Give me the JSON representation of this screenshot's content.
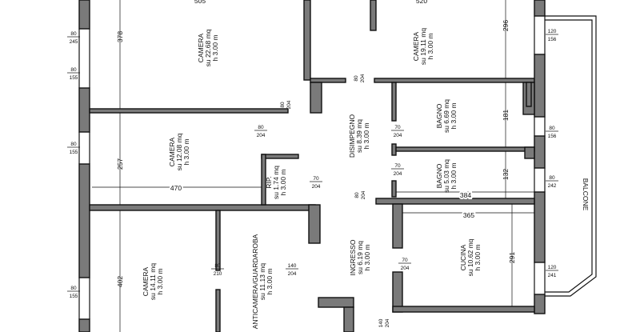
{
  "plan": {
    "rooms": [
      {
        "id": "camera-1",
        "name": "CAMERA",
        "area": "su 22.68 mq",
        "height": "h 3.00 m"
      },
      {
        "id": "camera-2",
        "name": "CAMERA",
        "area": "su 19.11 mq",
        "height": "h 3.00 m"
      },
      {
        "id": "camera-3",
        "name": "CAMERA",
        "area": "su 12.08 mq",
        "height": "h 3.00 m"
      },
      {
        "id": "rip",
        "name": "RIP.",
        "area": "su 1.74 mq",
        "height": "h 3.00 m"
      },
      {
        "id": "disimpegno",
        "name": "DISIMPEGNO",
        "area": "su 8.39 mq",
        "height": "h 3.00 m"
      },
      {
        "id": "bagno-1",
        "name": "BAGNO",
        "area": "su 6.69 mq",
        "height": "h 3.00 m"
      },
      {
        "id": "bagno-2",
        "name": "BAGNO",
        "area": "su 5.03 mq",
        "height": "h 3.00 m"
      },
      {
        "id": "camera-4",
        "name": "CAMERA",
        "area": "su 14.11 mq",
        "height": "h 3.00 m"
      },
      {
        "id": "anticamera",
        "name": "ANTICAMERA/GUARDAROBA",
        "area": "su 11.13 mq",
        "height": "h 3.00 m"
      },
      {
        "id": "ingresso",
        "name": "INGRESSO",
        "area": "su 6.19 mq",
        "height": "h 3.00 m"
      },
      {
        "id": "cucina",
        "name": "CUCINA",
        "area": "su 10.62 mq",
        "height": "h 3.00 m"
      }
    ],
    "balcone": "BALCONE",
    "openings": [
      {
        "w": "80",
        "h": "245"
      },
      {
        "w": "80",
        "h": "155"
      },
      {
        "w": "80",
        "h": "155"
      },
      {
        "w": "80",
        "h": "155"
      },
      {
        "w": "80",
        "h": "204"
      },
      {
        "w": "80",
        "h": "204"
      },
      {
        "w": "80",
        "h": "204"
      },
      {
        "w": "70",
        "h": "204"
      },
      {
        "w": "70",
        "h": "204"
      },
      {
        "w": "70",
        "h": "204"
      },
      {
        "w": "80",
        "h": "204"
      },
      {
        "w": "80",
        "h": "210"
      },
      {
        "w": "140",
        "h": "204"
      },
      {
        "w": "70",
        "h": "204"
      },
      {
        "w": "140",
        "h": "204"
      },
      {
        "w": "120",
        "h": "156"
      },
      {
        "w": "80",
        "h": "156"
      },
      {
        "w": "80",
        "h": "242"
      },
      {
        "w": "120",
        "h": "241"
      }
    ],
    "dims": {
      "d378": "378",
      "d296": "296",
      "d257": "257",
      "d470": "470",
      "d181": "181",
      "d132": "132",
      "d384": "384",
      "d365": "365",
      "d402": "402",
      "d291": "291",
      "top_left": "505",
      "top_right": "520"
    }
  }
}
